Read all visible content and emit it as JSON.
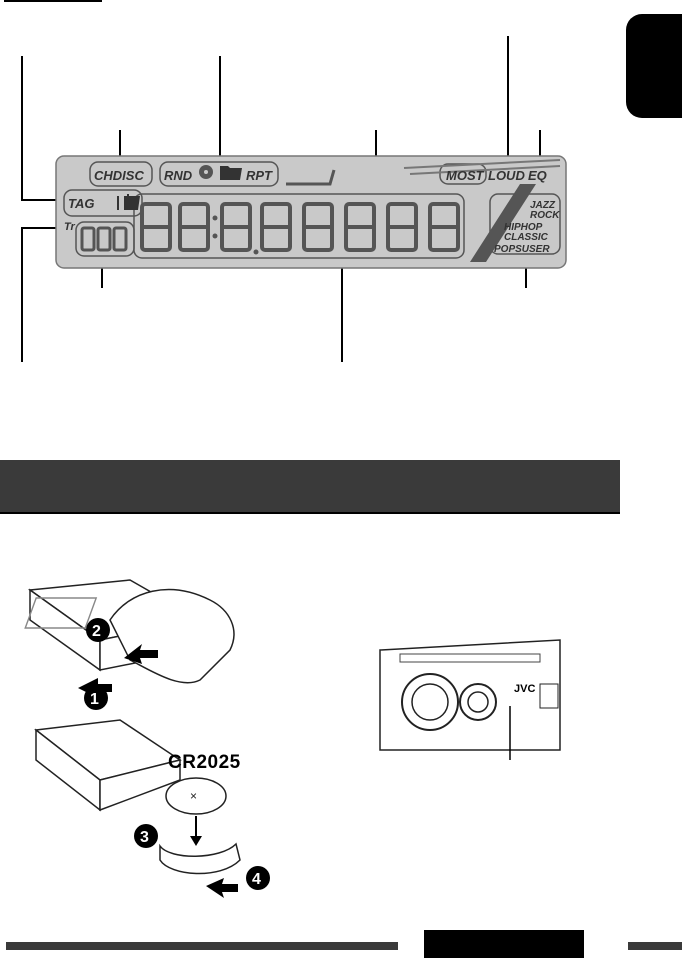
{
  "display": {
    "indicators": {
      "chdisc": "CHDISC",
      "rnd": "RND",
      "rpt": "RPT",
      "most": "MOST",
      "loud": "LOUD",
      "eq": "EQ",
      "tag": "TAG",
      "tr": "Tr",
      "jazz": "JAZZ",
      "rock": "ROCK",
      "hiphop": "HIPHOP",
      "classic": "CLASSIC",
      "popsuser": "POPSUSER"
    }
  },
  "battery": {
    "model": "CR2025"
  },
  "steps": [
    "2",
    "1",
    "3",
    "4"
  ],
  "unit": {
    "brand": "JVC"
  },
  "colors": {
    "lcd_panel": "#c9c9c9",
    "section_band": "#3a3a3a",
    "ink": "#000000"
  }
}
